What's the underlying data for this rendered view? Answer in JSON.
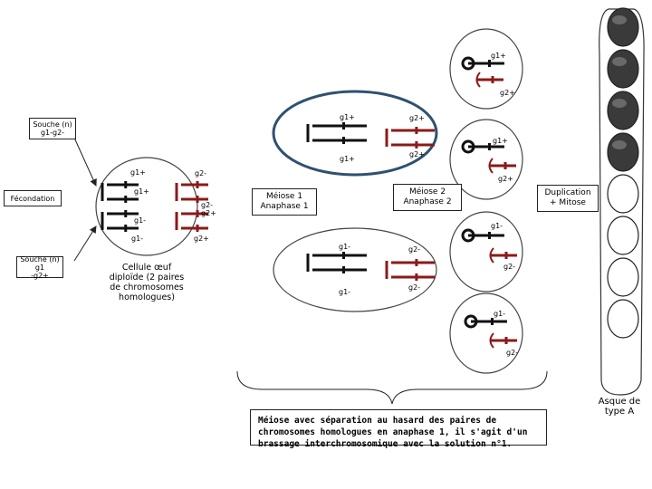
{
  "labels": {
    "souche_top": "Souche (n)\ng1-g2-",
    "souche_bottom": "Souche (n) g1\n-g2+",
    "fecondation": "Fécondation",
    "cellule_oeuf": "Cellule œuf\ndiploïde (2 paires\nde chromosomes\nhomologues)",
    "meiose1": "Méiose 1\nAnaphase 1",
    "meiose2": "Méiose 2\nAnaphase 2",
    "duplication": "Duplication\n+ Mitose",
    "asque": "Asque de\ntype A",
    "conclusion": "Méiose avec séparation au hasard des paires de chromosomes homologues en anaphase 1, il s'agit d'un brassage interchromosomique avec la solution n°1."
  },
  "genes": {
    "g1p": "g1+",
    "g1m": "g1-",
    "g2p": "g2+",
    "g2m": "g2-"
  },
  "colors": {
    "chrom1": "#111111",
    "chrom2": "#8b1a1a",
    "meiosis_cell": "#2e5170",
    "spore_dark": "#3a3a3a",
    "spore_light": "#ffffff"
  }
}
